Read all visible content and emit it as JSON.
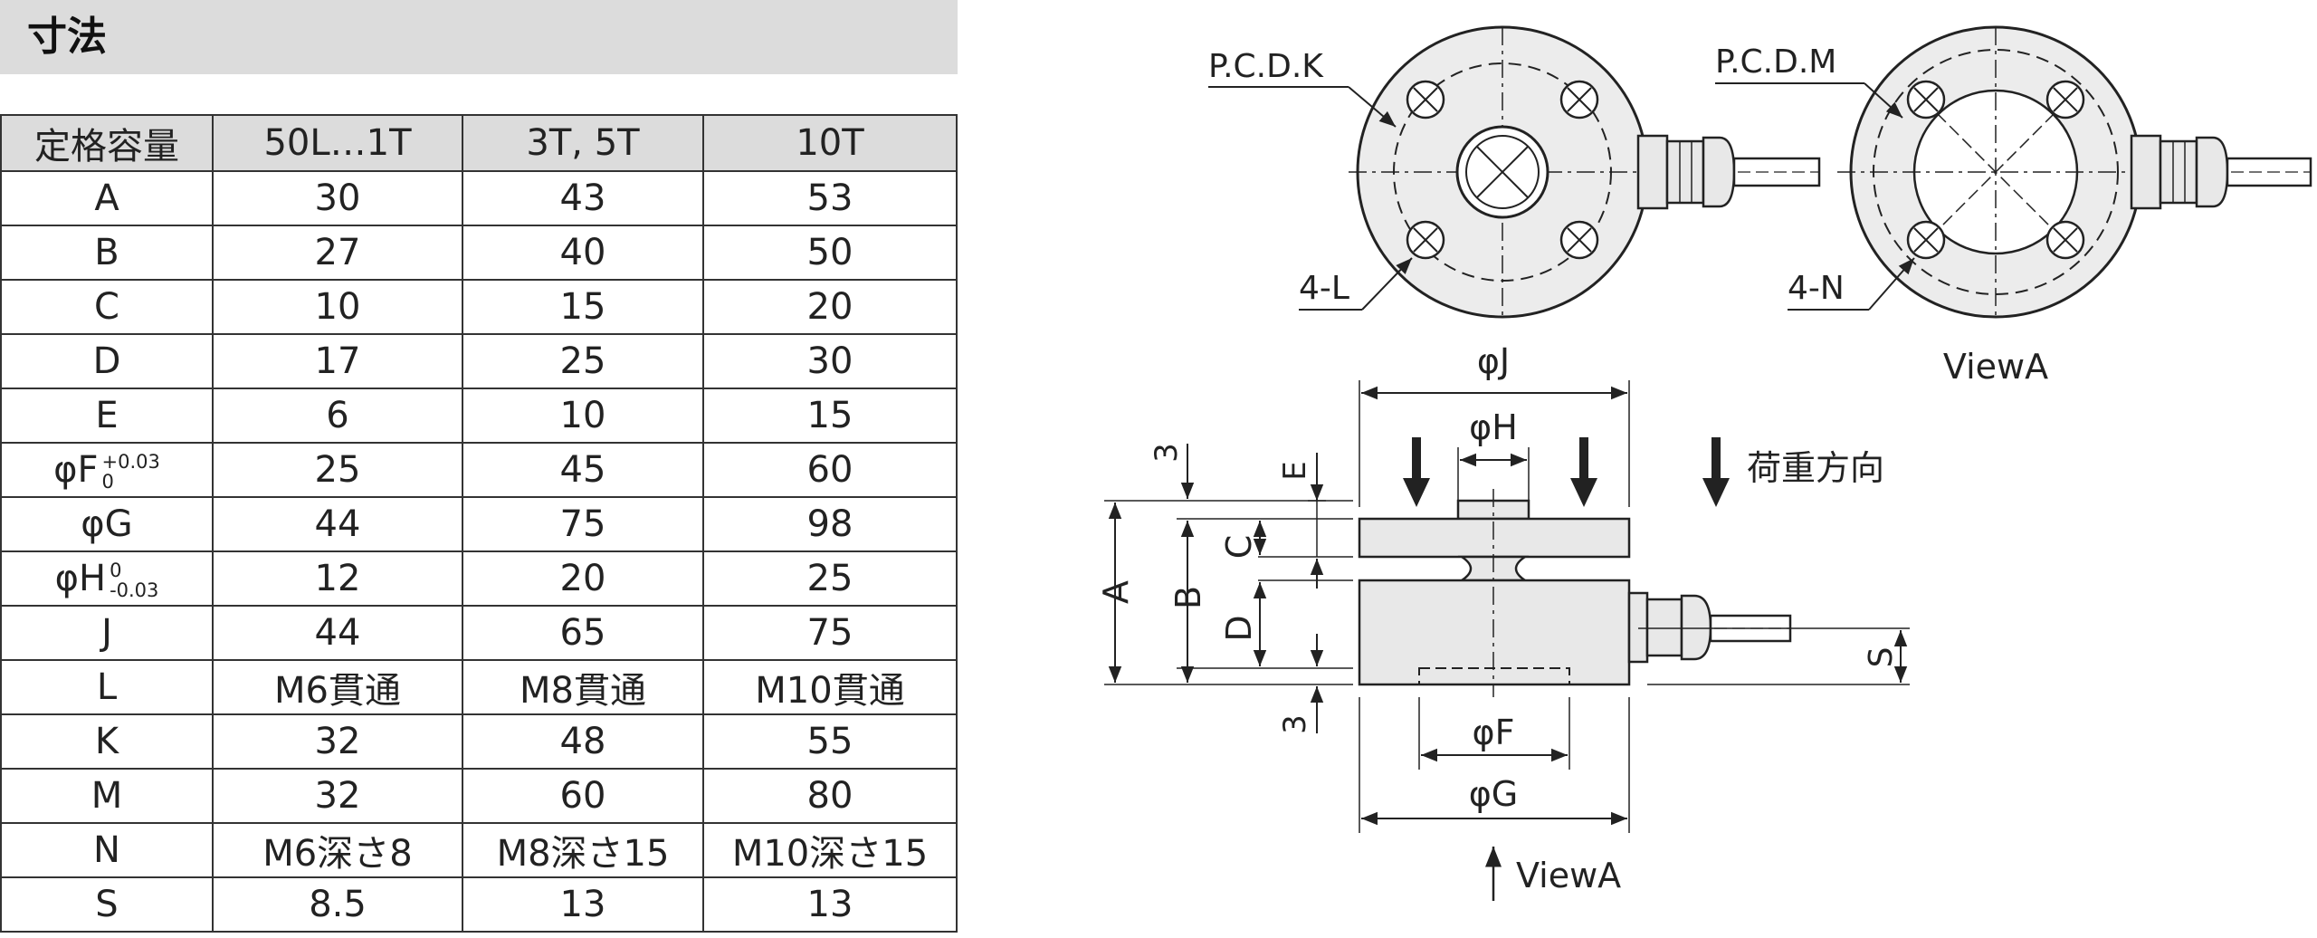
{
  "header": {
    "title": "寸法"
  },
  "table": {
    "columns": [
      "定格容量",
      "50L…1T",
      "3T, 5T",
      "10T"
    ],
    "rows": [
      {
        "key": "A",
        "values": [
          "30",
          "43",
          "53"
        ]
      },
      {
        "key": "B",
        "values": [
          "27",
          "40",
          "50"
        ]
      },
      {
        "key": "C",
        "values": [
          "10",
          "15",
          "20"
        ]
      },
      {
        "key": "D",
        "values": [
          "17",
          "25",
          "30"
        ]
      },
      {
        "key": "E",
        "values": [
          "6",
          "10",
          "15"
        ]
      },
      {
        "key": "φF",
        "tol_upper": "+0.03",
        "tol_lower": "0",
        "values": [
          "25",
          "45",
          "60"
        ]
      },
      {
        "key": "φG",
        "values": [
          "44",
          "75",
          "98"
        ]
      },
      {
        "key": "φH",
        "tol_upper": "0",
        "tol_lower": "-0.03",
        "values": [
          "12",
          "20",
          "25"
        ]
      },
      {
        "key": "J",
        "values": [
          "44",
          "65",
          "75"
        ]
      },
      {
        "key": "L",
        "values": [
          "M6貫通",
          "M8貫通",
          "M10貫通"
        ]
      },
      {
        "key": "K",
        "values": [
          "32",
          "48",
          "55"
        ]
      },
      {
        "key": "M",
        "values": [
          "32",
          "60",
          "80"
        ]
      },
      {
        "key": "N",
        "values": [
          "M6深さ8",
          "M8深さ15",
          "M10深さ15"
        ]
      },
      {
        "key": "S",
        "values": [
          "8.5",
          "13",
          "13"
        ]
      }
    ]
  },
  "drawing": {
    "top_left_pcd": "P.C.D.K",
    "top_left_holes": "4-L",
    "top_right_pcd": "P.C.D.M",
    "top_right_holes": "4-N",
    "view_label": "ViewA",
    "phi_j": "φJ",
    "phi_h": "φH",
    "phi_f": "φF",
    "phi_g": "φG",
    "load_direction": "荷重方向",
    "dim_3_top": "3",
    "dim_3_bottom": "3",
    "dim_e": "E",
    "dim_a": "A",
    "dim_b": "B",
    "dim_c": "C",
    "dim_d": "D",
    "dim_s": "S",
    "view_arrow_label": "ViewA"
  }
}
